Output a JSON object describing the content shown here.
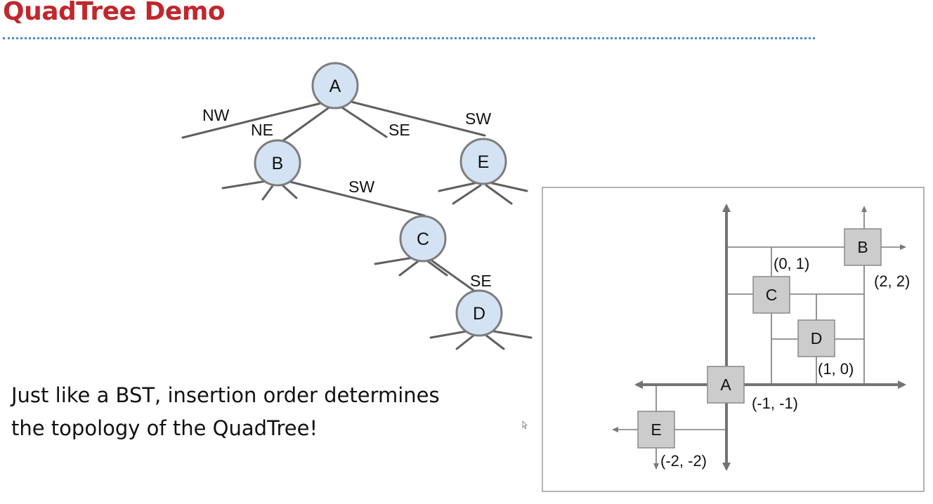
{
  "slide": {
    "title": "QuadTree Demo",
    "caption_line1": "Just like a BST, insertion order determines",
    "caption_line2": "the topology of the QuadTree!"
  },
  "tree": {
    "nodes": {
      "A": "A",
      "B": "B",
      "C": "C",
      "D": "D",
      "E": "E"
    },
    "edge_labels": {
      "a_nw": "NW",
      "a_ne": "NE",
      "a_se": "SE",
      "a_sw": "SW",
      "b_sw": "SW",
      "c_se": "SE"
    }
  },
  "plane": {
    "points": {
      "A": "A",
      "B": "B",
      "C": "C",
      "D": "D",
      "E": "E"
    },
    "coords": {
      "A": "(-1, -1)",
      "B": "(2, 2)",
      "C": "(0, 1)",
      "D": "(1, 0)",
      "E": "(-2, -2)"
    }
  },
  "colors": {
    "title": "#c0272d",
    "title_rule": "#4a8ac4",
    "tree_node_fill": "#d3e3f4",
    "point_box_fill": "#cccccc"
  }
}
